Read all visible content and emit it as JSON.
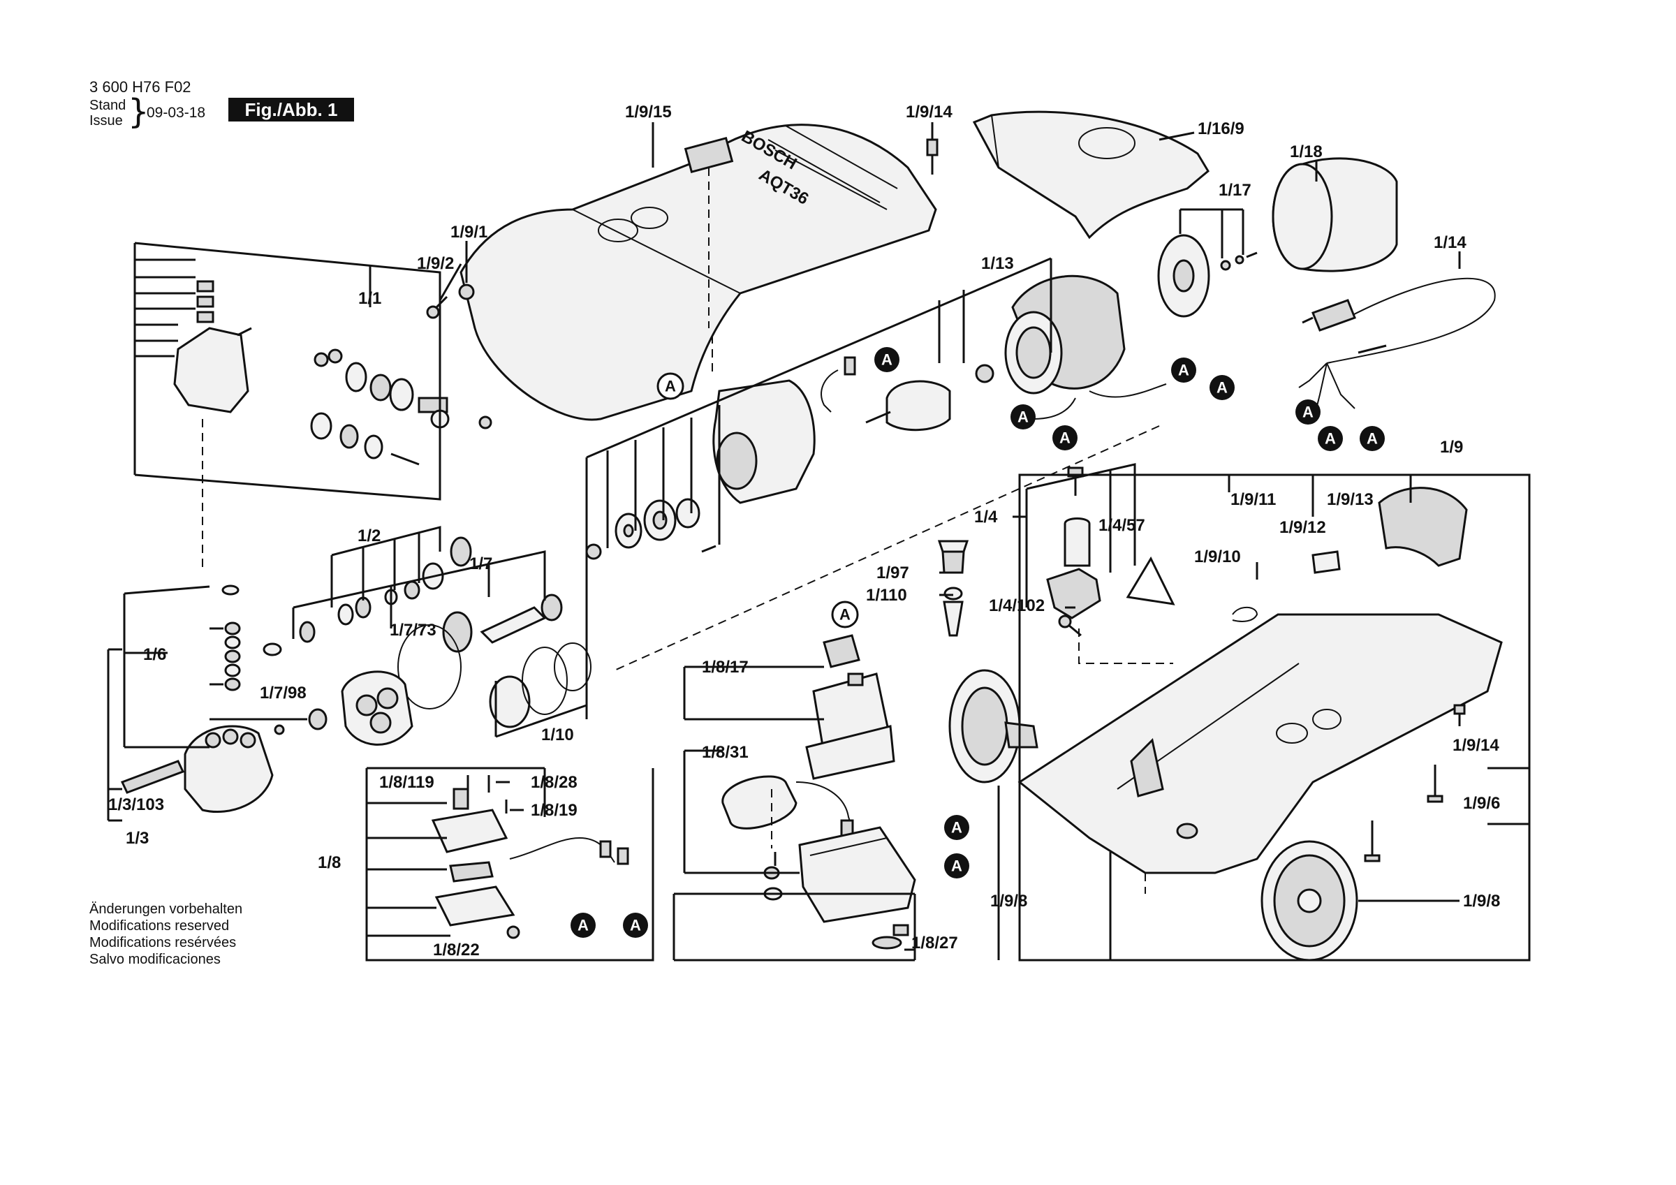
{
  "header": {
    "doc_number": "3 600 H76 F02",
    "stand_label": "Stand",
    "issue_label": "Issue",
    "issue_date": "09-03-18",
    "figure_label": "Fig./Abb. 1"
  },
  "notes": [
    "Änderungen vorbehalten",
    "Modifications reserved",
    "Modifications resérvées",
    "Salvo modificaciones"
  ],
  "ref_marker": "A",
  "brand_on_cover": "BOSCH",
  "model_on_cover": "AQT36",
  "labels": {
    "l_1_9_15": "1/9/15",
    "l_1_9_14_top": "1/9/14",
    "l_1_16_9": "1/16/9",
    "l_1_18": "1/18",
    "l_1_17": "1/17",
    "l_1_14": "1/14",
    "l_1_9_1": "1/9/1",
    "l_1_9_2": "1/9/2",
    "l_1_13": "1/13",
    "l_1_1": "1/1",
    "l_1_2": "1/2",
    "l_1_7": "1/7",
    "l_1_6": "1/6",
    "l_1_7_73": "1/7/73",
    "l_1_7_98": "1/7/98",
    "l_1_10": "1/10",
    "l_1_3_103": "1/3/103",
    "l_1_3": "1/3",
    "l_1_4": "1/4",
    "l_1_4_57": "1/4/57",
    "l_1_97": "1/97",
    "l_1_110": "1/110",
    "l_1_4_102": "1/4/102",
    "l_1_9": "1/9",
    "l_1_9_11": "1/9/11",
    "l_1_9_13": "1/9/13",
    "l_1_9_12": "1/9/12",
    "l_1_9_10": "1/9/10",
    "l_1_8_17": "1/8/17",
    "l_1_8_31": "1/8/31",
    "l_1_8_119": "1/8/119",
    "l_1_8_28": "1/8/28",
    "l_1_8_19": "1/8/19",
    "l_1_8": "1/8",
    "l_1_8_22": "1/8/22",
    "l_1_8_27": "1/8/27",
    "l_1_9_8_left": "1/9/8",
    "l_1_9_8_right": "1/9/8",
    "l_1_9_14_right": "1/9/14",
    "l_1_9_6": "1/9/6"
  }
}
